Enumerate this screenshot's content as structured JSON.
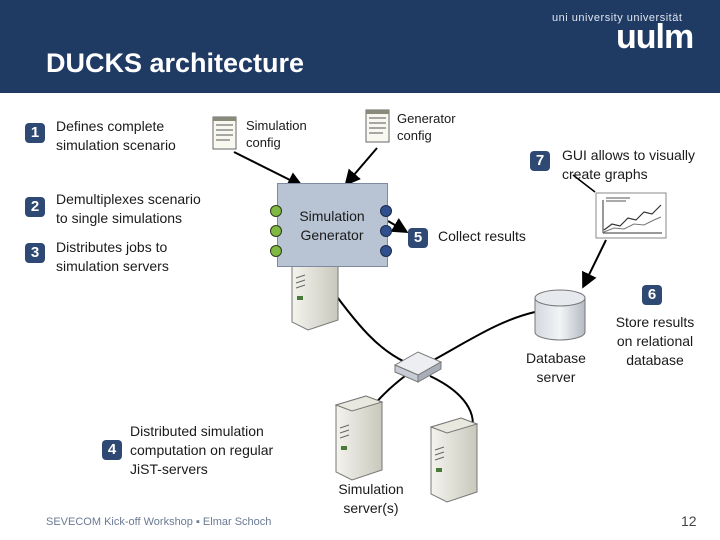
{
  "header": {
    "title": "DUCKS architecture",
    "logo_small": "uni university universität",
    "logo_big": "uulm"
  },
  "steps": [
    {
      "number": "1",
      "text": "Defines complete\nsimulation scenario"
    },
    {
      "number": "2",
      "text": "Demultiplexes scenario\nto single simulations"
    },
    {
      "number": "3",
      "text": "Distributes jobs to\nsimulation servers"
    },
    {
      "number": "4",
      "text": "Distributed simulation\ncomputation on regular\nJiST-servers"
    },
    {
      "number": "5",
      "text": "Collect results"
    },
    {
      "number": "6",
      "text": "Store results\non relational\ndatabase"
    },
    {
      "number": "7",
      "text": "GUI allows to visually\ncreate graphs"
    }
  ],
  "labels": {
    "simulation_config": "Simulation\nconfig",
    "generator_config": "Generator\nconfig",
    "simulation_generator": "Simulation\nGenerator",
    "database_server": "Database\nserver",
    "simulation_servers": "Simulation\nserver(s)"
  },
  "icons": {
    "config_doc": "document-icon",
    "server": "server-tower-icon",
    "switch": "network-switch-icon",
    "database": "database-cylinder-icon",
    "graph": "line-graph-icon"
  },
  "colors": {
    "header_bg": "#1f3a63",
    "badge_bg": "#2e4a74",
    "generator_box": "#b8c3d4",
    "port_green": "#7fb842",
    "port_blue": "#2f4f8f"
  },
  "footer": {
    "text": "SEVECOM Kick-off Workshop ▪ Elmar Schoch",
    "page": "12"
  }
}
